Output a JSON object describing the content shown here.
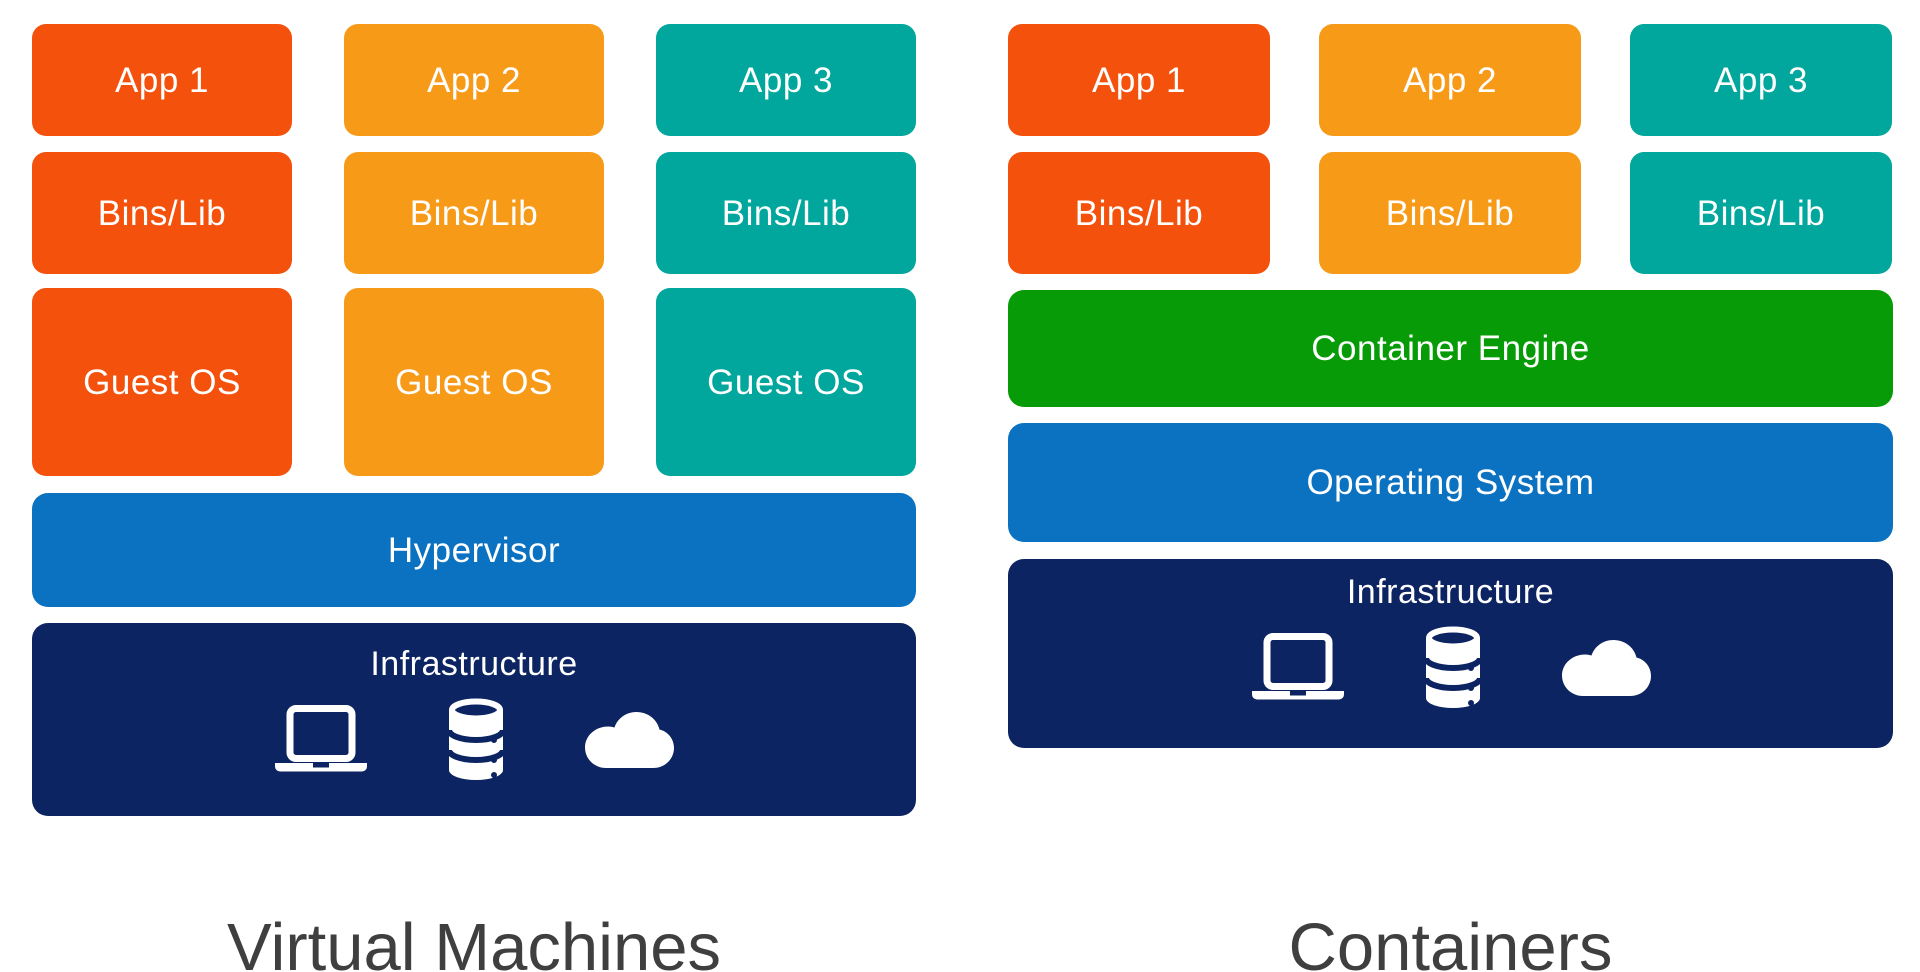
{
  "colors": {
    "background": "#FFFFFF",
    "app1_red": "#F4510C",
    "app2_orange": "#F79A17",
    "app3_teal": "#01A79C",
    "blue": "#0B72C1",
    "navy": "#0D2462",
    "green": "#079C07",
    "title_text": "#3F3F3F",
    "box_text": "#FFFFFF"
  },
  "vm": {
    "title": "Virtual Machines",
    "columns": [
      {
        "app": "App 1",
        "bins": "Bins/Lib",
        "guest_os": "Guest OS"
      },
      {
        "app": "App 2",
        "bins": "Bins/Lib",
        "guest_os": "Guest OS"
      },
      {
        "app": "App 3",
        "bins": "Bins/Lib",
        "guest_os": "Guest OS"
      }
    ],
    "hypervisor": "Hypervisor",
    "infrastructure": {
      "label": "Infrastructure",
      "icons": [
        "laptop-icon",
        "database-icon",
        "cloud-icon"
      ]
    }
  },
  "containers": {
    "title": "Containers",
    "columns": [
      {
        "app": "App 1",
        "bins": "Bins/Lib"
      },
      {
        "app": "App 2",
        "bins": "Bins/Lib"
      },
      {
        "app": "App 3",
        "bins": "Bins/Lib"
      }
    ],
    "container_engine": "Container Engine",
    "operating_system": "Operating System",
    "infrastructure": {
      "label": "Infrastructure",
      "icons": [
        "laptop-icon",
        "database-icon",
        "cloud-icon"
      ]
    }
  }
}
